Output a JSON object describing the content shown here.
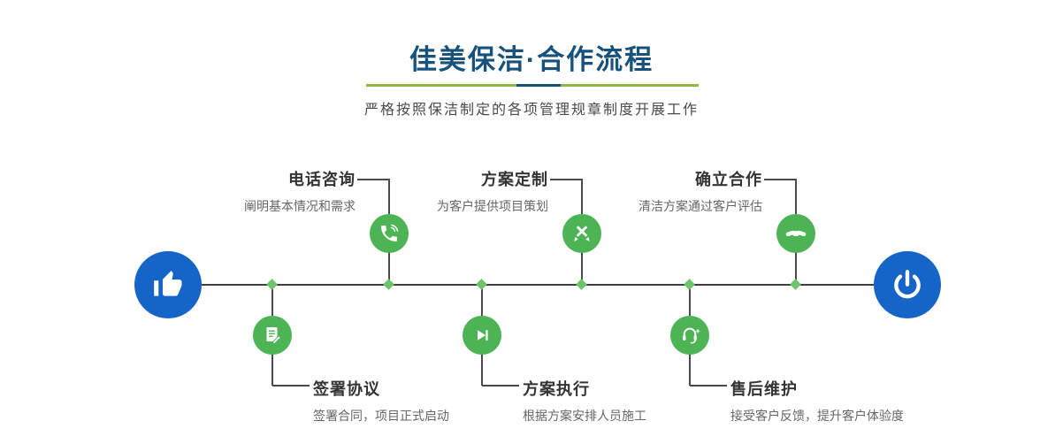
{
  "header": {
    "title": "佳美保洁·合作流程",
    "subtitle": "严格按照保洁制定的各项管理规章制度开展工作"
  },
  "steps_top": [
    {
      "title": "电话咨询",
      "desc": "阐明基本情况和需求",
      "icon": "phone-icon"
    },
    {
      "title": "方案定制",
      "desc": "为客户提供项目策划",
      "icon": "design-tools-icon"
    },
    {
      "title": "确立合作",
      "desc": "清洁方案通过客户评估",
      "icon": "handshake-icon"
    }
  ],
  "steps_bottom": [
    {
      "title": "签署协议",
      "desc": "签署合同，项目正式启动",
      "icon": "contract-icon"
    },
    {
      "title": "方案执行",
      "desc": "根据方案安排人员施工",
      "icon": "execute-play-icon"
    },
    {
      "title": "售后维护",
      "desc": "接受客户反馈，提升客户体验度",
      "icon": "headset-service-icon"
    }
  ],
  "endpoints": {
    "start_icon": "pointing-hand-icon",
    "end_icon": "power-icon"
  },
  "colors": {
    "title_blue": "#17527d",
    "accent_green": "#4cb454",
    "diamond_green": "#6ec46a",
    "endpoint_blue": "#1565c9",
    "underline_green": "#8cb93f",
    "line_dark": "#3f3f3f"
  }
}
